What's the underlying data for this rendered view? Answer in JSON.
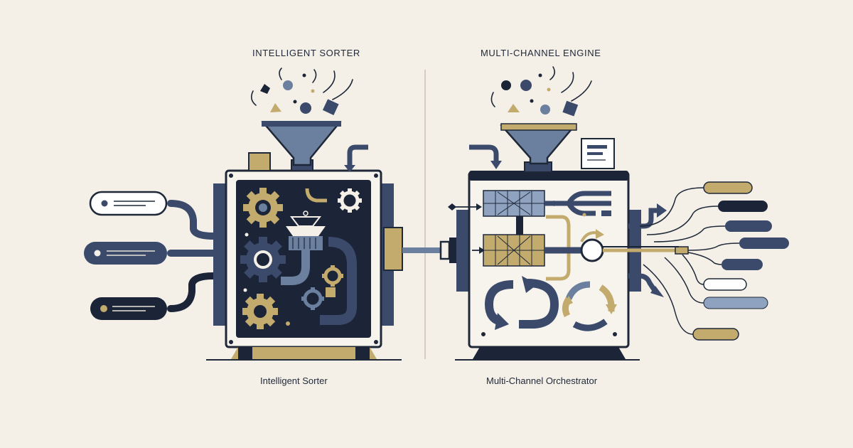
{
  "left_panel": {
    "title": "INTELLIGENT SORTER",
    "caption": "Intelligent Sorter"
  },
  "right_panel": {
    "title": "MULTI-CHANNEL ENGINE",
    "caption": "Multi-Channel Orchestrator"
  },
  "colors": {
    "background": "#f4f0e8",
    "navy": "#1c2438",
    "slate": "#3b4a6b",
    "steel": "#6b7f9e",
    "gold": "#c3ab6e",
    "outline": "#1f2838"
  }
}
